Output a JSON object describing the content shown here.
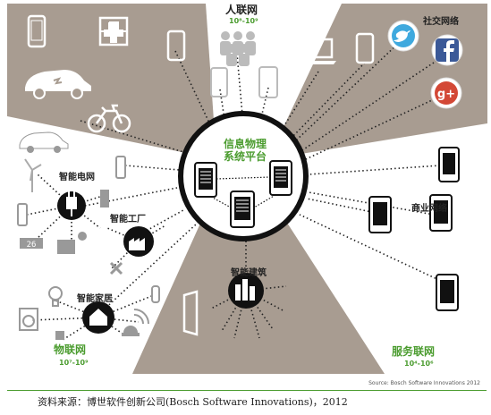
{
  "diagram": {
    "center_title_line1": "信息物理",
    "center_title_line2": "系统平台",
    "people_net": {
      "label": "人联网",
      "range": "10⁸-10⁹"
    },
    "social_net": {
      "label": "社交网络"
    },
    "smart_grid": {
      "label": "智能电网"
    },
    "smart_factory": {
      "label": "智能工厂"
    },
    "smart_home": {
      "label": "智能家居"
    },
    "smart_building": {
      "label": "智能建筑"
    },
    "business_net": {
      "label": "商业网络"
    },
    "iot": {
      "label": "物联网",
      "range": "10⁷-10⁹"
    },
    "service_net": {
      "label": "服务联网",
      "range": "10⁴-10⁶"
    },
    "credit": "Source: Bosch Software Innovations 2012",
    "social_icons": [
      "twitter-icon",
      "facebook-icon",
      "google-plus-icon"
    ],
    "accent_color": "#4b9c2f",
    "wedge_color": "#a89c91"
  },
  "footer": {
    "source_note": "资料来源：博世软件创新公司(Bosch Software Innovations)，2012"
  }
}
